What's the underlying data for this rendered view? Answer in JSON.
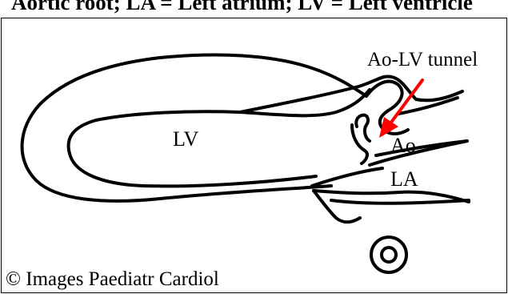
{
  "caption": {
    "text": "Aortic root; LA = Left atrium; LV = Left ventricle"
  },
  "labels": {
    "lv": "LV",
    "ao": "Ao",
    "la": "LA",
    "tunnel": "Ao-LV tunnel"
  },
  "copyright": "© Images Paediatr Cardiol",
  "colors": {
    "outline": "#000000",
    "arrow": "#ff0000",
    "background": "#ffffff"
  }
}
